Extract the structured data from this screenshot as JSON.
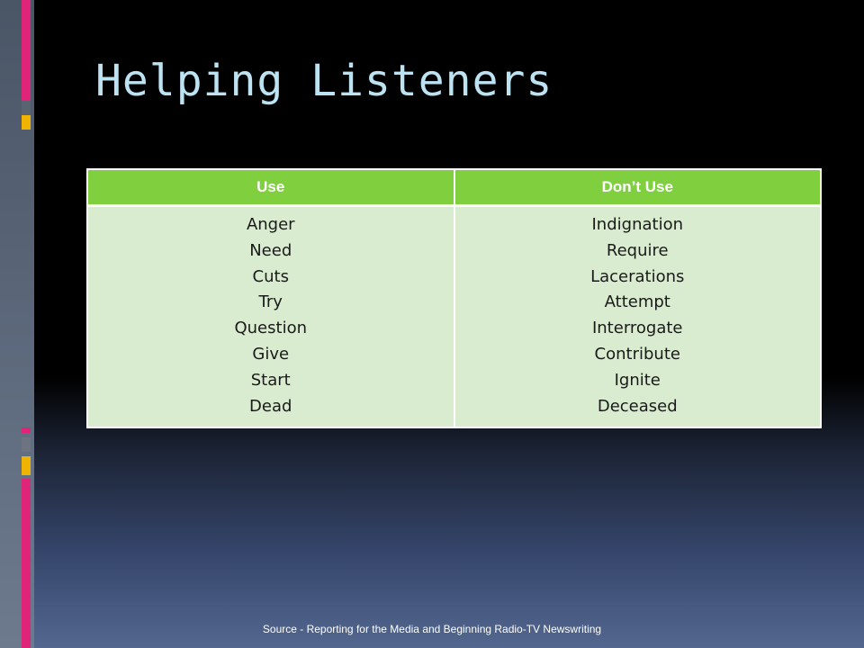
{
  "slide": {
    "title": "Helping Listeners",
    "table": {
      "headers": [
        "Use",
        "Don’t Use"
      ],
      "use_words": [
        "Anger",
        "Need",
        "Cuts",
        "Try",
        "Question",
        "Give",
        "Start",
        "Dead"
      ],
      "dont_use_words": [
        "Indignation",
        "Require",
        "Lacerations",
        "Attempt",
        "Interrogate",
        "Contribute",
        "Ignite",
        "Deceased"
      ]
    },
    "footer": "Source - Reporting for the Media and Beginning Radio-TV Newswriting"
  },
  "colors": {
    "header_green": "#7fcf3f",
    "cell_green": "#d9ecd0",
    "title_blue": "#bde3f3",
    "accent_pink": "#e0247a",
    "accent_gold": "#f0b400"
  }
}
